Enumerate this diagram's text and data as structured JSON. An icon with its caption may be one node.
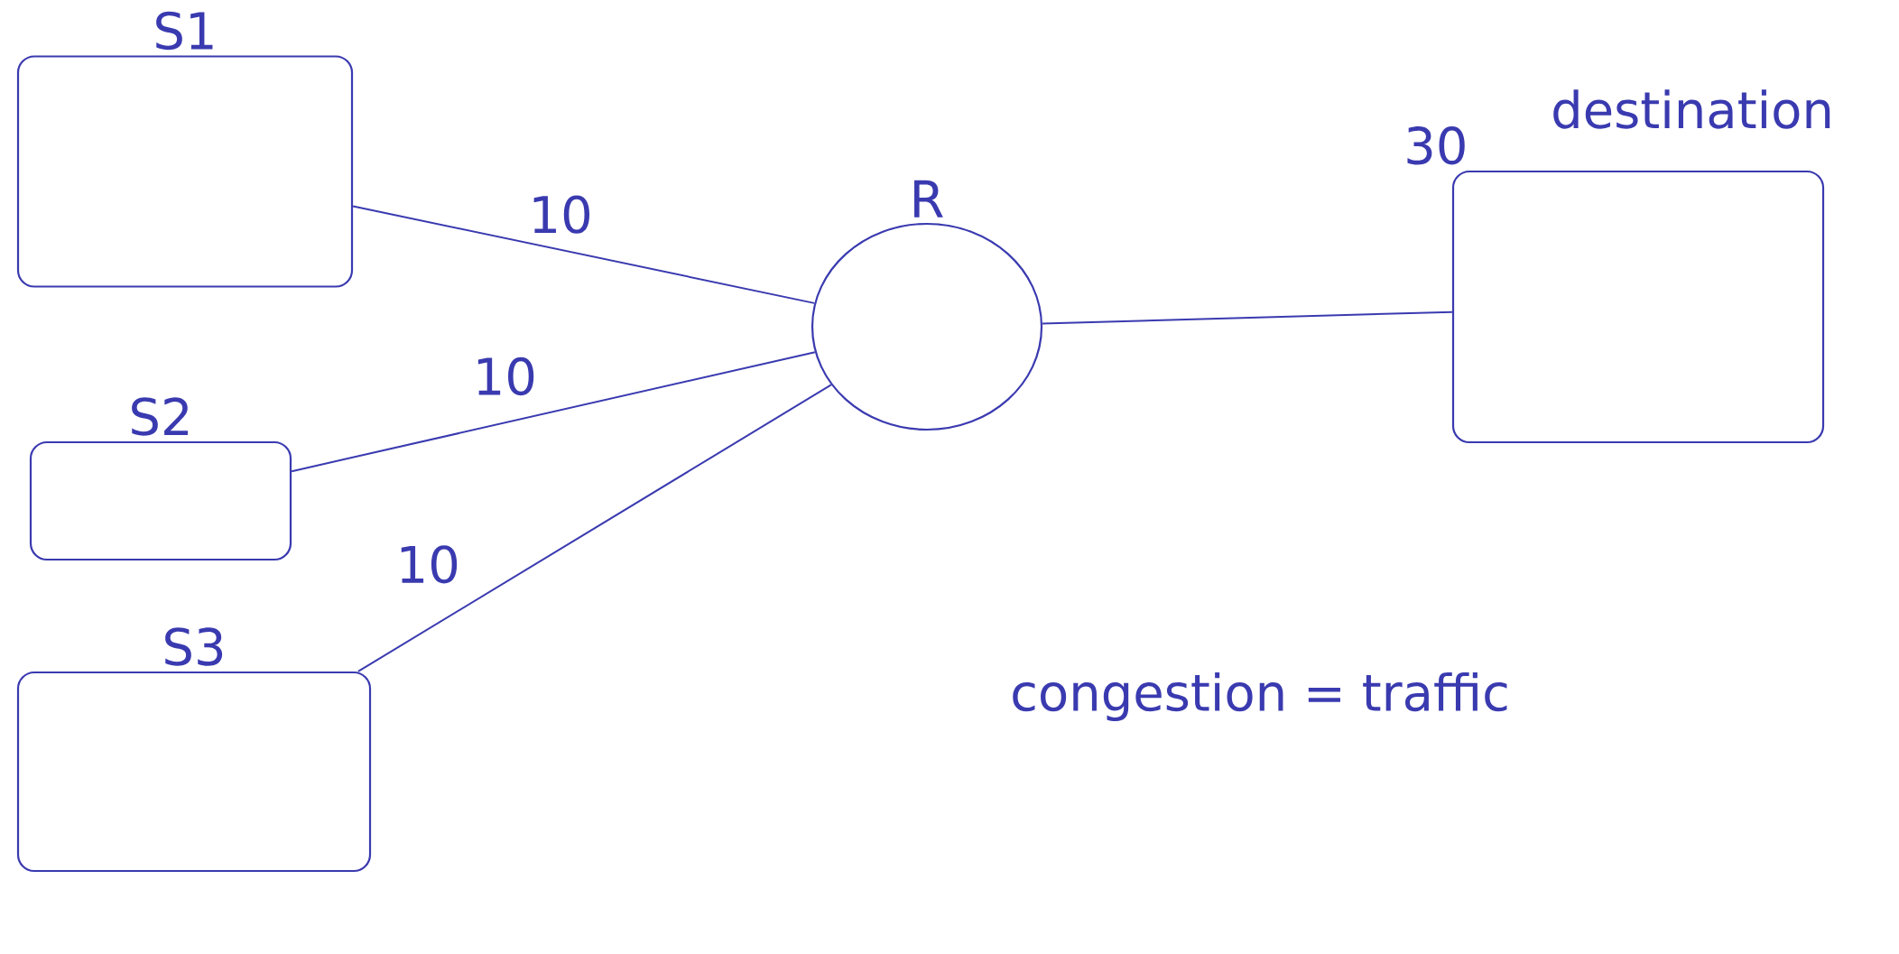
{
  "diagram": {
    "nodes": [
      {
        "text": [
          "S1"
        ]
      },
      {
        "text": [
          "S2"
        ]
      },
      {
        "text": [
          "S3"
        ]
      },
      {
        "text": [
          "R"
        ]
      },
      {
        "text": [
          "destination"
        ],
        "beside": [
          "30"
        ]
      }
    ],
    "edges": [
      {
        "from": 0,
        "to": 3,
        "arrow": "none",
        "label": "10"
      },
      {
        "from": 1,
        "to": 3,
        "arrow": "none",
        "label": "10"
      },
      {
        "from": 2,
        "to": 3,
        "arrow": "none",
        "label": "10"
      },
      {
        "from": 3,
        "to": 4,
        "arrow": "none"
      }
    ],
    "labels": [
      "congestion = traffic"
    ]
  }
}
